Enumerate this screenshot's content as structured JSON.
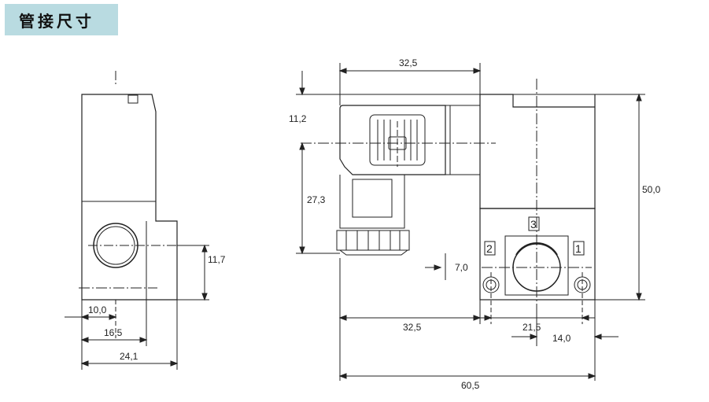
{
  "title": "管接尺寸",
  "dimensions": {
    "left": {
      "d_11_7": "11,7",
      "d_10_0": "10,0",
      "d_16_5": "16,5",
      "d_24_1": "24,1"
    },
    "right": {
      "d_32_5_top": "32,5",
      "d_11_2": "11,2",
      "d_27_3": "27,3",
      "d_50_0": "50,0",
      "d_7_0": "7,0",
      "d_32_5_bottom": "32,5",
      "d_21_5": "21,5",
      "d_14_0": "14,0",
      "d_60_5": "60,5"
    }
  },
  "port_labels": {
    "p1": "1",
    "p2": "2",
    "p3": "3"
  }
}
